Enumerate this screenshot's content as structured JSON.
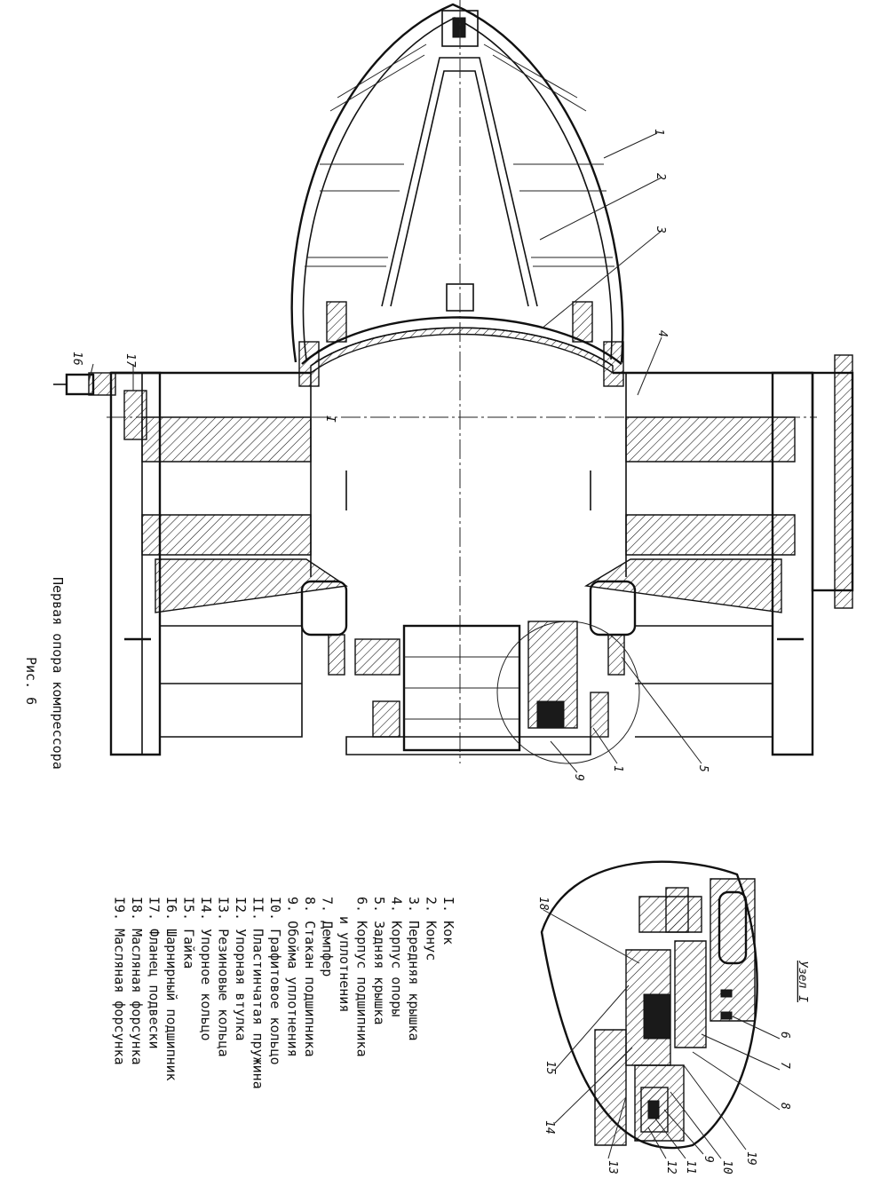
{
  "caption": {
    "title": "Первая опора компрессора",
    "figure": "Рис. 6"
  },
  "detail_title": "Узел I",
  "section_mark": "I",
  "legend": [
    {
      "num": "I.",
      "text": "Кок"
    },
    {
      "num": "2.",
      "text": "Конус"
    },
    {
      "num": "3.",
      "text": "Передняя крышка"
    },
    {
      "num": "4.",
      "text": "Корпус опоры"
    },
    {
      "num": "5.",
      "text": "Задняя крышка"
    },
    {
      "num": "6.",
      "text": "Корпус подшипника"
    },
    {
      "num": "",
      "text": "и уплотнения"
    },
    {
      "num": "7.",
      "text": "Демпфер"
    },
    {
      "num": "8.",
      "text": "Стакан подшипника"
    },
    {
      "num": "9.",
      "text": "Обойма уплотнения"
    },
    {
      "num": "I0.",
      "text": "Графитовое кольцо"
    },
    {
      "num": "II.",
      "text": "Пластинчатая пружина"
    },
    {
      "num": "I2.",
      "text": "Упорная втулка"
    },
    {
      "num": "I3.",
      "text": "Резиновые кольца"
    },
    {
      "num": "I4.",
      "text": "Упорное кольцо"
    },
    {
      "num": "I5.",
      "text": "Гайка"
    },
    {
      "num": "I6.",
      "text": "Шарнирный подшипник"
    },
    {
      "num": "I7.",
      "text": "Фланец подвески"
    },
    {
      "num": "I8.",
      "text": "Масляная форсунка"
    },
    {
      "num": "I9.",
      "text": "Масляная форсунка"
    }
  ],
  "main_callouts": [
    "1",
    "2",
    "3",
    "4",
    "5",
    "1",
    "9",
    "16",
    "17"
  ],
  "detail_callouts": [
    "18",
    "6",
    "7",
    "8",
    "19",
    "10",
    "9",
    "11",
    "12",
    "13",
    "14",
    "15"
  ]
}
